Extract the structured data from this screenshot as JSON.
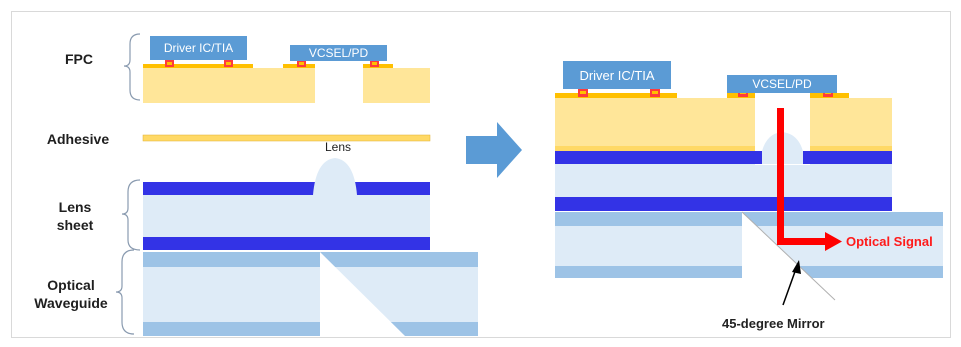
{
  "left": {
    "labels": {
      "fpc": "FPC",
      "adhesive": "Adhesive",
      "lens_sheet_line1": "Lens",
      "lens_sheet_line2": "sheet",
      "waveguide_line1": "Optical",
      "waveguide_line2": "Waveguide"
    },
    "chips": {
      "driver": "Driver IC/TIA",
      "vcsel": "VCSEL/PD"
    },
    "lens": "Lens"
  },
  "right": {
    "chips": {
      "driver": "Driver IC/TIA",
      "vcsel": "VCSEL/PD"
    },
    "signal": "Optical Signal",
    "mirror": "45-degree Mirror"
  },
  "colors": {
    "fpc_substrate": "#ffe699",
    "gold_pad": "#ffc000",
    "chip_blue": "#5b9bd5",
    "core_blue": "#3333e6",
    "cladding": "#deebf7",
    "waveguide_band": "#9dc3e6",
    "signal_red": "#ff0000",
    "arrow_blue": "#5b9bd5"
  }
}
